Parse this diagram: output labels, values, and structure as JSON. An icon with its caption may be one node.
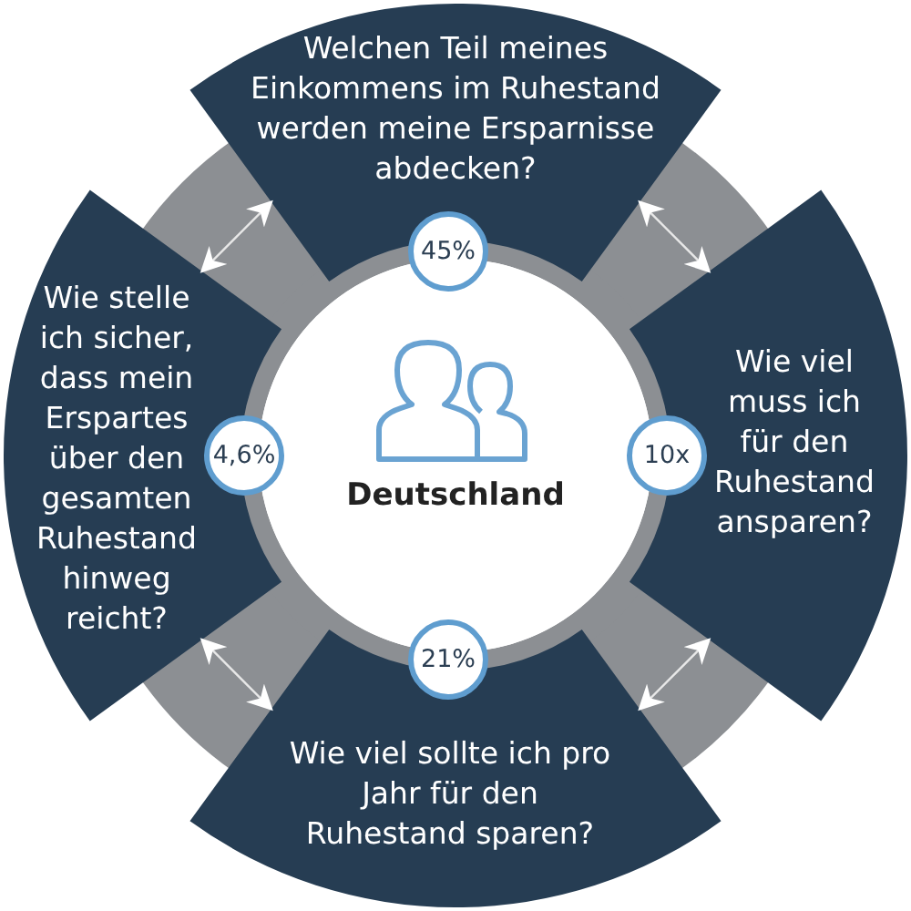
{
  "diagram": {
    "nodes": [
      {
        "text": [
          "Welchen Teil meines Einkommens im Ruhestand werden meine Ersparnisse abdecken?"
        ]
      },
      {
        "text": [
          "45%"
        ]
      },
      {
        "text": [
          "Wie stelle ich sicher, dass mein Erspartes über den gesamten Ruhestand hinweg reicht?"
        ]
      },
      {
        "text": [
          "4,6%"
        ]
      },
      {
        "text": [
          "Deutschland"
        ]
      },
      {
        "text": [
          "10x"
        ]
      },
      {
        "text": [
          "Wie viel muss ich für den Ruhestand ansparen?"
        ]
      },
      {
        "text": [
          "21%"
        ]
      },
      {
        "text": [
          "Wie viel sollte ich pro Jahr für den Ruhestand sparen?"
        ]
      }
    ],
    "edges": [
      {
        "from": 0,
        "to": 2,
        "arrow": "both"
      },
      {
        "from": 0,
        "to": 6,
        "arrow": "both"
      },
      {
        "from": 6,
        "to": 8,
        "arrow": "both"
      },
      {
        "from": 8,
        "to": 2,
        "arrow": "both"
      }
    ]
  }
}
